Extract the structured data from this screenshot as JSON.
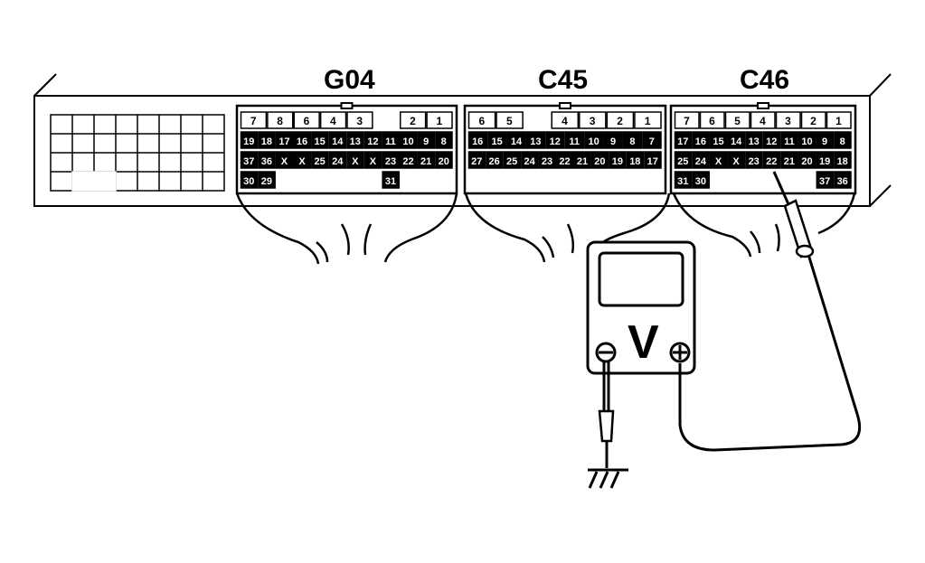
{
  "connectors": [
    {
      "id": "G04",
      "label": "G04",
      "rows": [
        [
          "7",
          "8",
          "6",
          "4",
          "3",
          "",
          "2",
          "1"
        ],
        [
          "19",
          "18",
          "17",
          "16",
          "15",
          "14",
          "13",
          "12",
          "11",
          "10",
          "9",
          "8"
        ],
        [
          "37",
          "36",
          "X",
          "X",
          "25",
          "24",
          "X",
          "X",
          "23",
          "22",
          "21",
          "20"
        ],
        [
          "30",
          "29",
          "",
          "",
          "",
          "",
          "",
          "",
          "31",
          "",
          "",
          ""
        ]
      ]
    },
    {
      "id": "C45",
      "label": "C45",
      "rows": [
        [
          "6",
          "5",
          "",
          "4",
          "3",
          "2",
          "1"
        ],
        [
          "16",
          "15",
          "14",
          "13",
          "12",
          "11",
          "10",
          "9",
          "8",
          "7"
        ],
        [
          "27",
          "26",
          "25",
          "24",
          "23",
          "22",
          "21",
          "20",
          "19",
          "18",
          "17"
        ],
        [
          "",
          "",
          "",
          "",
          "",
          "",
          "",
          "",
          "",
          ""
        ]
      ]
    },
    {
      "id": "C46",
      "label": "C46",
      "rows": [
        [
          "7",
          "6",
          "5",
          "4",
          "3",
          "2",
          "1"
        ],
        [
          "17",
          "16",
          "15",
          "14",
          "13",
          "12",
          "11",
          "10",
          "9",
          "8"
        ],
        [
          "25",
          "24",
          "X",
          "X",
          "23",
          "22",
          "21",
          "20",
          "19",
          "18"
        ],
        [
          "31",
          "30",
          "",
          "",
          "",
          "",
          "",
          "",
          "37",
          "36"
        ]
      ]
    }
  ],
  "meter": {
    "symbol": "V",
    "neg_terminal": "negative-terminal",
    "pos_terminal": "positive-terminal"
  }
}
